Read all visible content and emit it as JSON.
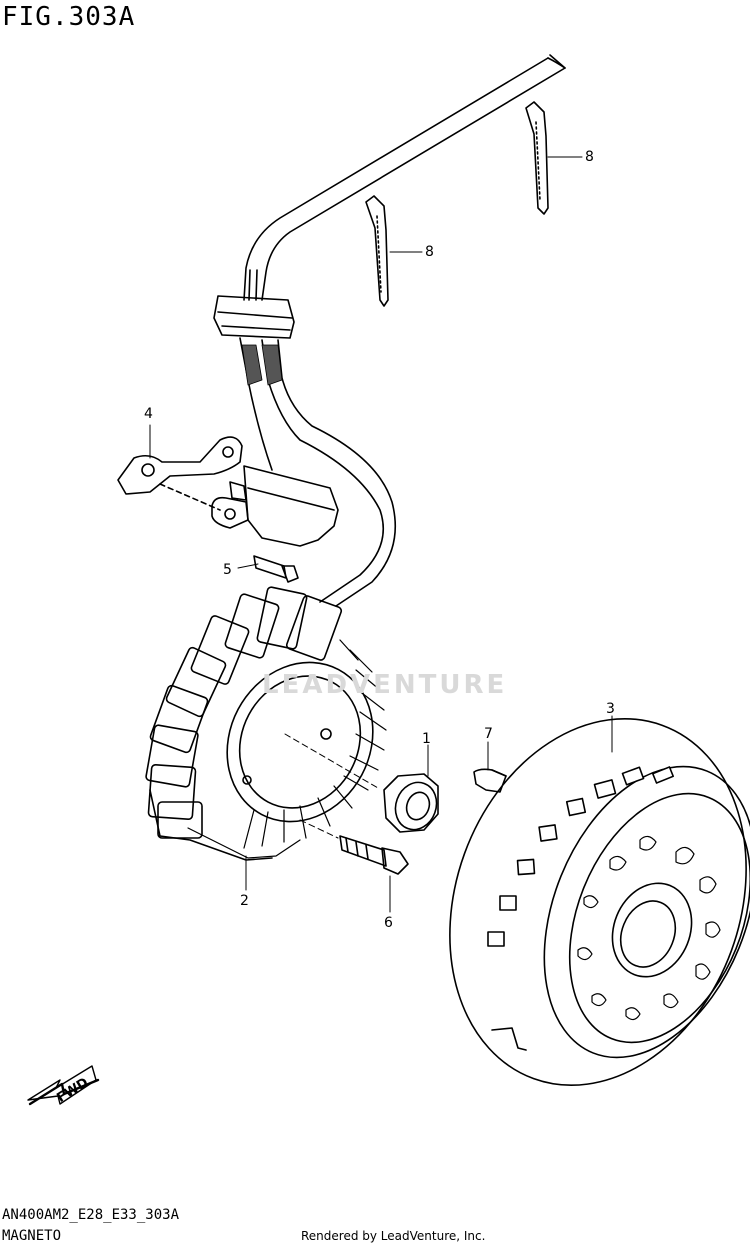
{
  "figure": {
    "title": "FIG.303A",
    "code": "AN400AM2_E28_E33_303A",
    "name": "MAGNETO",
    "credit": "Rendered by LeadVenture, Inc.",
    "watermark": "LEADVENTURE"
  },
  "callouts": [
    {
      "id": "1",
      "label": "1"
    },
    {
      "id": "2",
      "label": "2"
    },
    {
      "id": "3",
      "label": "3"
    },
    {
      "id": "4",
      "label": "4"
    },
    {
      "id": "5",
      "label": "5"
    },
    {
      "id": "6",
      "label": "6"
    },
    {
      "id": "7",
      "label": "7"
    },
    {
      "id": "8a",
      "label": "8"
    },
    {
      "id": "8b",
      "label": "8"
    }
  ],
  "fwd_label": "FWD",
  "colors": {
    "line": "#000000",
    "background": "#ffffff",
    "watermark": "#d9d9d9"
  }
}
